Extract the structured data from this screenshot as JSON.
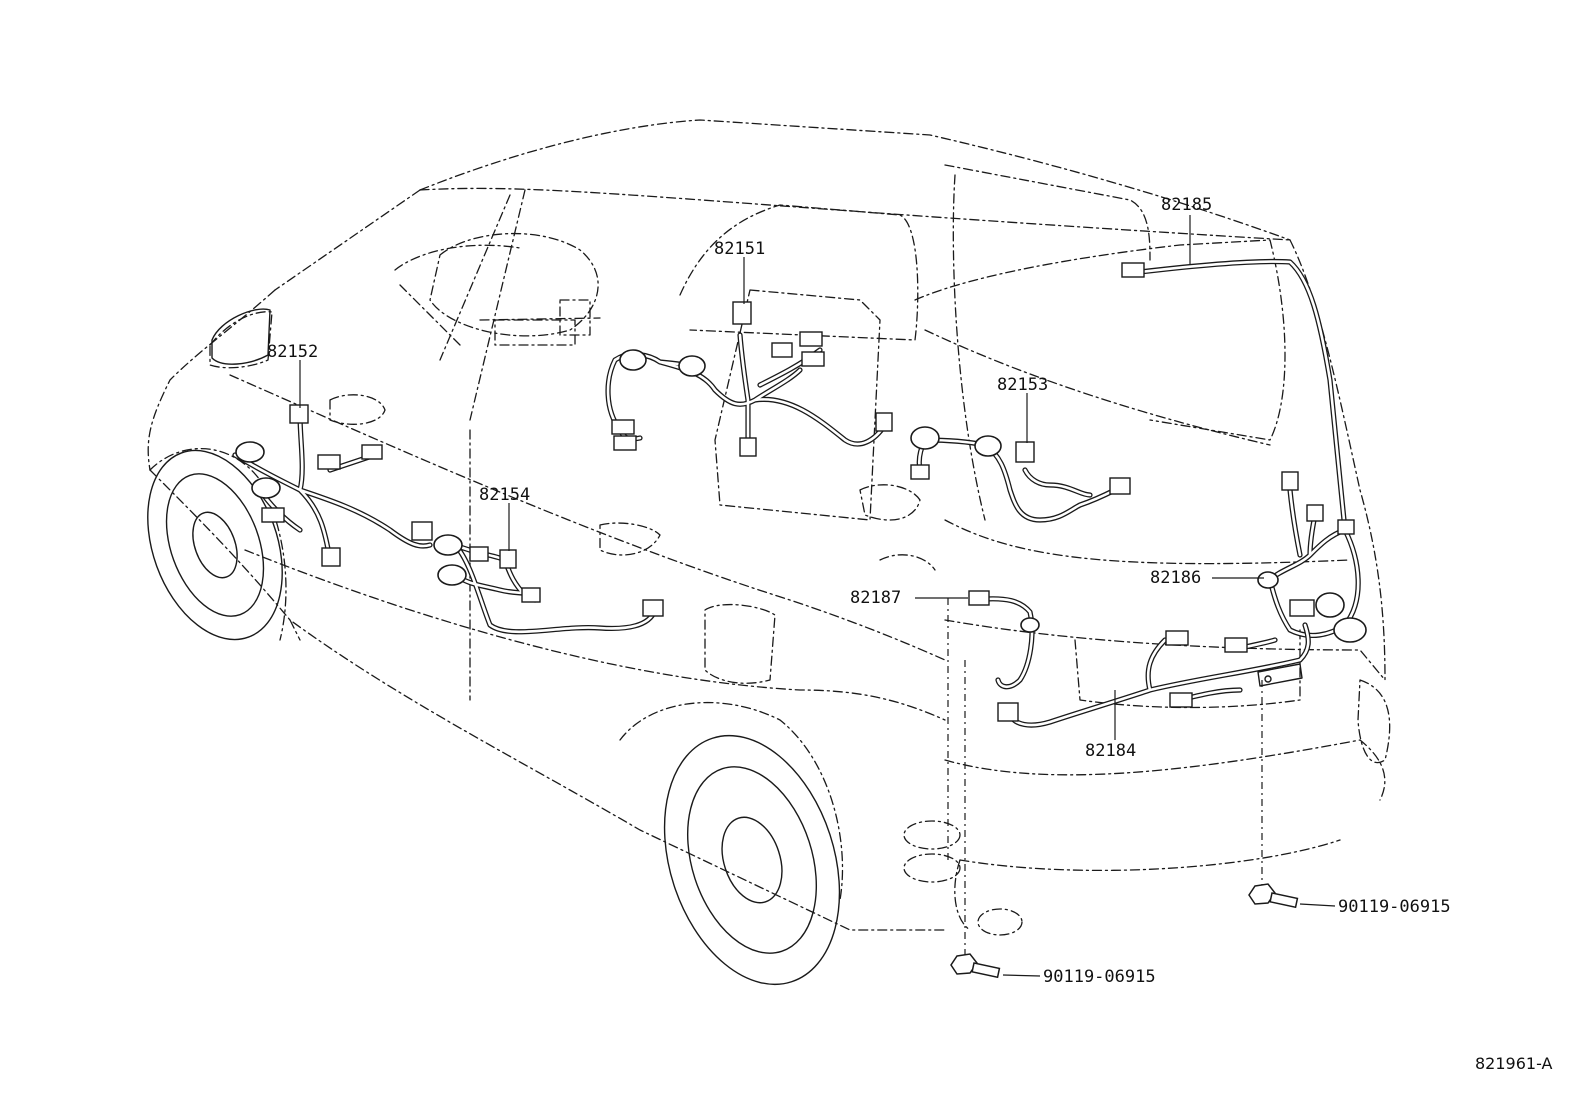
{
  "diagram": {
    "reference_id": "821961-A",
    "parts": [
      {
        "id": "82151",
        "text": "82151"
      },
      {
        "id": "82152",
        "text": "82152"
      },
      {
        "id": "82153",
        "text": "82153"
      },
      {
        "id": "82154",
        "text": "82154"
      },
      {
        "id": "82184",
        "text": "82184"
      },
      {
        "id": "82185",
        "text": "82185"
      },
      {
        "id": "82186",
        "text": "82186"
      },
      {
        "id": "82187",
        "text": "82187"
      }
    ],
    "bolts": [
      {
        "id": "bolt-rear-right",
        "text": "90119-06915"
      },
      {
        "id": "bolt-rear-left",
        "text": "90119-06915"
      }
    ]
  }
}
